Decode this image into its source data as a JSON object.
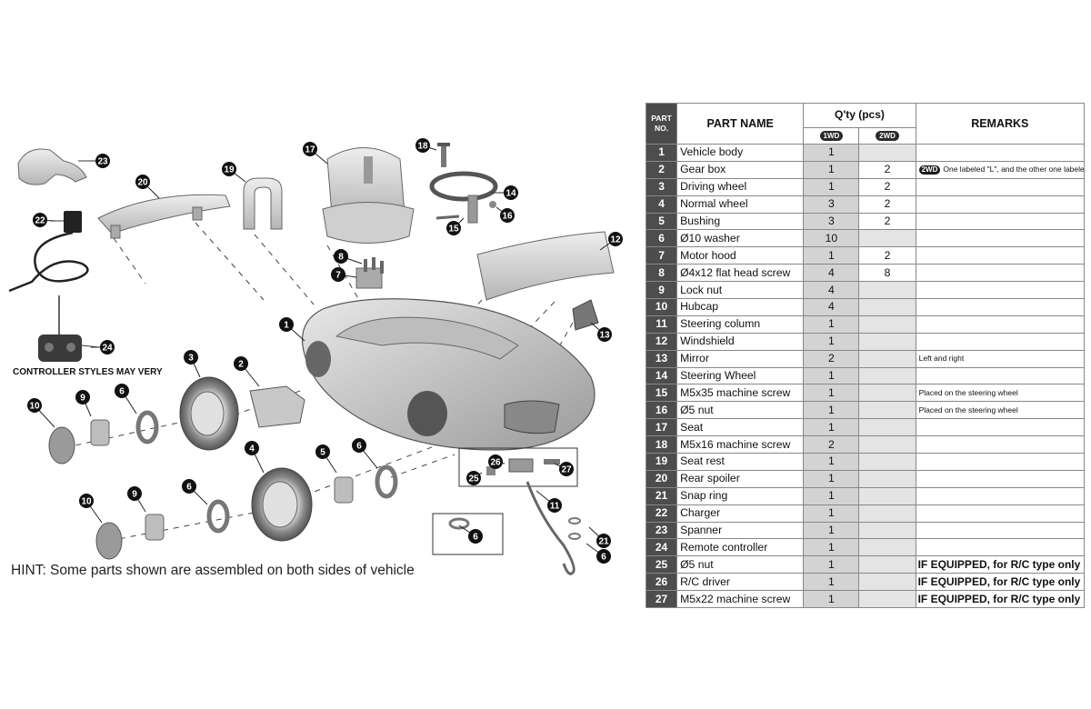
{
  "diagram": {
    "caption_controller": "CONTROLLER STYLES MAY VERY",
    "hint": "HINT: Some parts shown are assembled on both sides of vehicle",
    "callouts": [
      "1",
      "2",
      "3",
      "4",
      "5",
      "6",
      "6",
      "6",
      "6",
      "6",
      "7",
      "8",
      "9",
      "9",
      "10",
      "10",
      "11",
      "12",
      "13",
      "14",
      "15",
      "16",
      "17",
      "18",
      "19",
      "20",
      "21",
      "22",
      "23",
      "24",
      "25",
      "26",
      "27"
    ]
  },
  "table": {
    "header": {
      "part_no": "PART NO.",
      "part_name": "PART NAME",
      "qty": "Q'ty (pcs)",
      "remarks": "REMARKS",
      "col_1wd": "1WD",
      "col_2wd": "2WD"
    },
    "rows": [
      {
        "no": "1",
        "name": "Vehicle body",
        "q1": "1",
        "q2": "",
        "rem": ""
      },
      {
        "no": "2",
        "name": "Gear box",
        "q1": "1",
        "q2": "2",
        "rem": "One labeled \"L\", and the other one labeled \"R\"",
        "rem_tag": "2WD"
      },
      {
        "no": "3",
        "name": "Driving wheel",
        "q1": "1",
        "q2": "2",
        "rem": ""
      },
      {
        "no": "4",
        "name": "Normal wheel",
        "q1": "3",
        "q2": "2",
        "rem": ""
      },
      {
        "no": "5",
        "name": "Bushing",
        "q1": "3",
        "q2": "2",
        "rem": ""
      },
      {
        "no": "6",
        "name": "Ø10 washer",
        "q1": "10",
        "q2": "",
        "rem": ""
      },
      {
        "no": "7",
        "name": "Motor hood",
        "q1": "1",
        "q2": "2",
        "rem": ""
      },
      {
        "no": "8",
        "name": "Ø4x12 flat head screw",
        "q1": "4",
        "q2": "8",
        "rem": ""
      },
      {
        "no": "9",
        "name": "Lock nut",
        "q1": "4",
        "q2": "",
        "rem": ""
      },
      {
        "no": "10",
        "name": "Hubcap",
        "q1": "4",
        "q2": "",
        "rem": ""
      },
      {
        "no": "11",
        "name": "Steering column",
        "q1": "1",
        "q2": "",
        "rem": ""
      },
      {
        "no": "12",
        "name": "Windshield",
        "q1": "1",
        "q2": "",
        "rem": ""
      },
      {
        "no": "13",
        "name": "Mirror",
        "q1": "2",
        "q2": "",
        "rem": "Left and right"
      },
      {
        "no": "14",
        "name": "Steering Wheel",
        "q1": "1",
        "q2": "",
        "rem": ""
      },
      {
        "no": "15",
        "name": "M5x35 machine screw",
        "q1": "1",
        "q2": "",
        "rem": "Placed on the steering wheel"
      },
      {
        "no": "16",
        "name": "Ø5 nut",
        "q1": "1",
        "q2": "",
        "rem": "Placed on the steering wheel"
      },
      {
        "no": "17",
        "name": "Seat",
        "q1": "1",
        "q2": "",
        "rem": ""
      },
      {
        "no": "18",
        "name": "M5x16 machine screw",
        "q1": "2",
        "q2": "",
        "rem": ""
      },
      {
        "no": "19",
        "name": "Seat rest",
        "q1": "1",
        "q2": "",
        "rem": ""
      },
      {
        "no": "20",
        "name": "Rear spoiler",
        "q1": "1",
        "q2": "",
        "rem": ""
      },
      {
        "no": "21",
        "name": "Snap ring",
        "q1": "1",
        "q2": "",
        "rem": ""
      },
      {
        "no": "22",
        "name": "Charger",
        "q1": "1",
        "q2": "",
        "rem": ""
      },
      {
        "no": "23",
        "name": "Spanner",
        "q1": "1",
        "q2": "",
        "rem": ""
      },
      {
        "no": "24",
        "name": "Remote controller",
        "q1": "1",
        "q2": "",
        "rem": ""
      },
      {
        "no": "25",
        "name": "Ø5 nut",
        "q1": "1",
        "q2": "",
        "rem": "IF EQUIPPED, for R/C type only",
        "rem_bold": true
      },
      {
        "no": "26",
        "name": "R/C driver",
        "q1": "1",
        "q2": "",
        "rem": "IF EQUIPPED, for R/C type only",
        "rem_bold": true
      },
      {
        "no": "27",
        "name": "M5x22 machine screw",
        "q1": "1",
        "q2": "",
        "rem": "IF EQUIPPED, for R/C type only",
        "rem_bold": true
      }
    ]
  }
}
